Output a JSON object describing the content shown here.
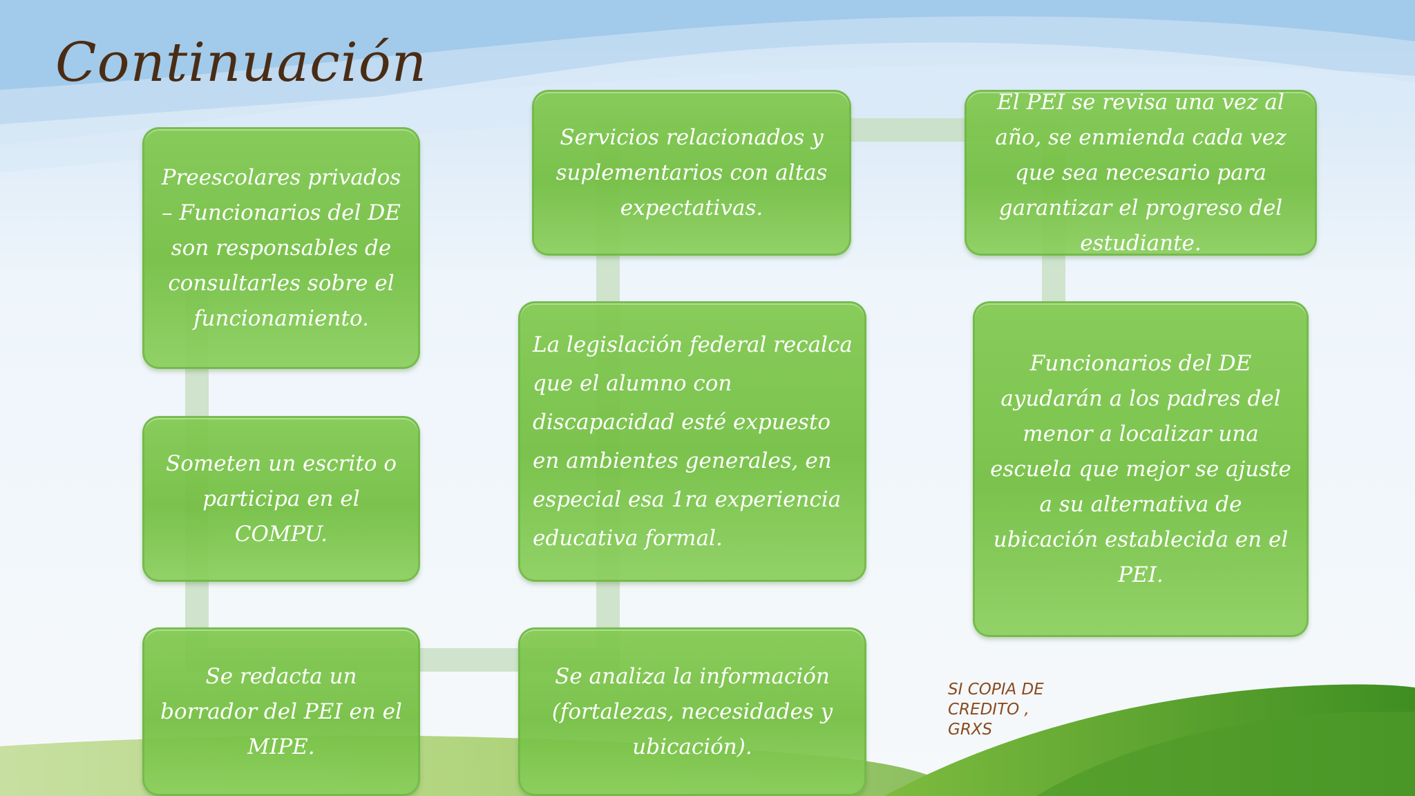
{
  "slide": {
    "title": "Continuación",
    "note": "SI COPIA DE\nCREDITO ,\nGRXS"
  },
  "boxes": {
    "b1": "Preescolares privados – Funcionarios del DE son responsables de consultarles sobre el funcionamiento.",
    "b2": "Someten un escrito o participa en el COMPU.",
    "b3": "Se redacta un borrador del PEI en el MIPE.",
    "b4": "Se analiza la información (fortalezas, necesidades y ubicación).",
    "b5": "La legislación federal recalca que el alumno con discapacidad esté expuesto en ambientes generales, en especial esa 1ra experiencia educativa formal.",
    "b6": "Servicios relacionados y suplementarios con altas expectativas.",
    "b7": "El PEI se revisa una vez al año, se enmienda cada vez que sea necesario para garantizar el progreso del estudiante.",
    "b8": "Funcionarios del DE ayudarán a los padres del menor a localizar una escuela que mejor se ajuste a su alternativa de ubicación establecida en el PEI."
  },
  "colors": {
    "box_fill": "#7cc44a",
    "connector": "#c9dfc4",
    "title": "#4a2c14",
    "note": "#8a4b1f"
  }
}
